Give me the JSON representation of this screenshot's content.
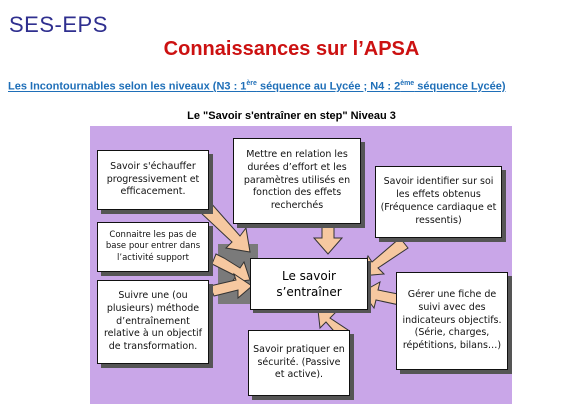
{
  "header": {
    "logo": "SES-EPS",
    "title": "Connaissances sur l’APSA",
    "subtitle_a": "Les Incontournables selon les niveaux (N3 : 1",
    "subtitle_sup1": "ère",
    "subtitle_b": " séquence au Lycée ; N4 : 2",
    "subtitle_sup2": "ème",
    "subtitle_c": " séquence Lycée)"
  },
  "diagram": {
    "title": "Le \"Savoir s'entraîner en step\" Niveau 3",
    "center": "Le savoir s’entraîner",
    "boxes": {
      "echauffer": "Savoir s'échauffer progressivement et efficacement.",
      "durees": "Mettre en relation les durées d’effort et les paramètres utilisés en fonction des effets recherchés",
      "effets": "Savoir identifier sur soi les effets obtenus (Fréquence cardiaque et ressentis)",
      "pas": "Connaitre les pas de base pour entrer dans l’activité support",
      "methode": "Suivre une (ou plusieurs) méthode d’entraînement relative à un objectif de transformation.",
      "fiche": "Gérer une fiche de suivi avec des indicateurs objectifs. (Série, charges, répétitions, bilans…)",
      "securite": "Savoir pratiquer en sécurité. (Passive et active)."
    }
  }
}
